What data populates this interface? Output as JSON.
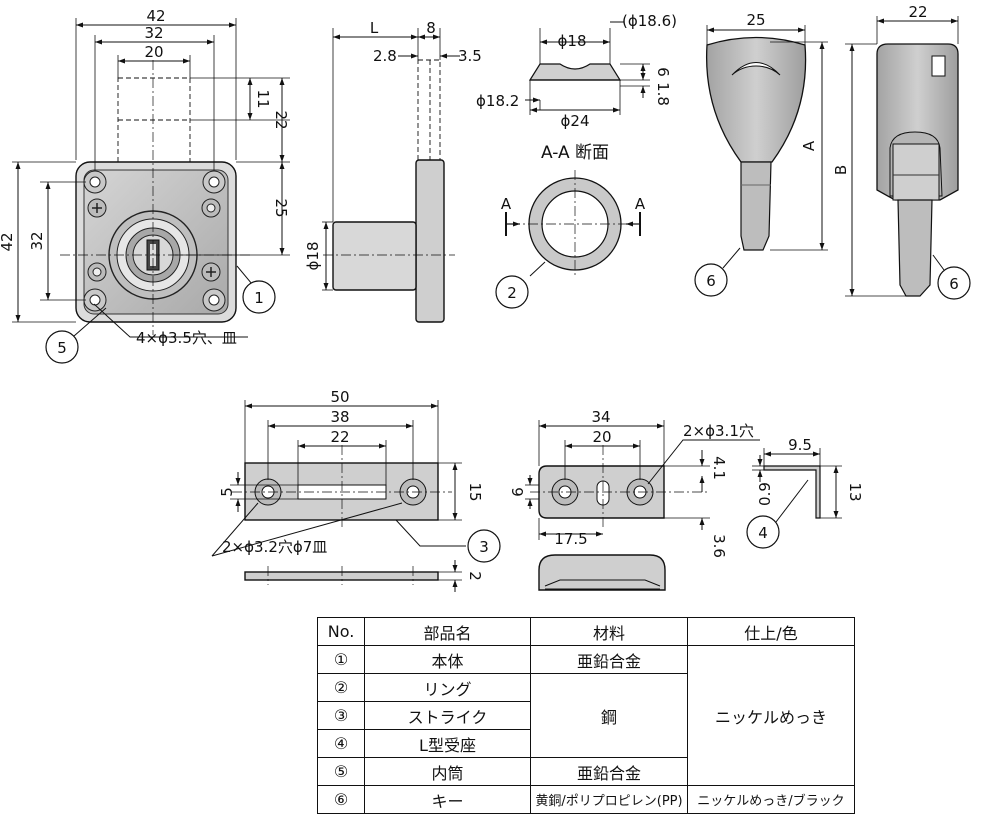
{
  "top_view": {
    "dims": {
      "w42": "42",
      "w32": "32",
      "w20": "20",
      "h11": "11",
      "h22": "22",
      "h25": "25",
      "h42": "42",
      "h32": "32"
    },
    "note": "4×ϕ3.5穴、皿",
    "callouts": {
      "c1": "1",
      "c5": "5"
    }
  },
  "side_view": {
    "dims": {
      "L": "L",
      "d8": "8",
      "d28": "2.8",
      "d35": "3.5",
      "phi18": "ϕ18"
    }
  },
  "ring_view": {
    "dims": {
      "phi186": "(ϕ18.6)",
      "phi18": "ϕ18",
      "d6": "6",
      "phi182": "ϕ18.2",
      "d18": "1.8",
      "phi24": "ϕ24"
    },
    "section_title": "A-A 断面",
    "section_a_left": "A",
    "section_a_right": "A",
    "callout": "2"
  },
  "key_view": {
    "dims": {
      "w25": "25",
      "A": "A"
    },
    "callout": "6"
  },
  "key_side_view": {
    "dims": {
      "w22": "22",
      "B": "B"
    },
    "callout": "6"
  },
  "strike_view": {
    "dims": {
      "w50": "50",
      "w38": "38",
      "w22": "22",
      "h5": "5",
      "h15": "15",
      "t2": "2"
    },
    "note": "2×ϕ3.2穴ϕ7皿",
    "callout": "3"
  },
  "bracket_view": {
    "dims": {
      "w34": "34",
      "w20": "20",
      "h41": "4.1",
      "h6": "6",
      "w175": "17.5",
      "h36": "3.6",
      "w95": "9.5",
      "t09": "0.9",
      "h13": "13"
    },
    "note": "2×ϕ3.1穴",
    "callout": "4"
  },
  "table": {
    "headers": [
      "No.",
      "部品名",
      "材料",
      "仕上/色"
    ],
    "rows": [
      {
        "no": "①",
        "name": "本体",
        "material": "亜鉛合金"
      },
      {
        "no": "②",
        "name": "リング"
      },
      {
        "no": "③",
        "name": "ストライク",
        "material": "鋼"
      },
      {
        "no": "④",
        "name": "L型受座"
      },
      {
        "no": "⑤",
        "name": "内筒",
        "material": "亜鉛合金"
      },
      {
        "no": "⑥",
        "name": "キー",
        "material": "黄銅/ポリプロピレン(PP)",
        "finish": "ニッケルめっき/ブラック"
      }
    ],
    "finish_merged": "ニッケルめっき"
  }
}
